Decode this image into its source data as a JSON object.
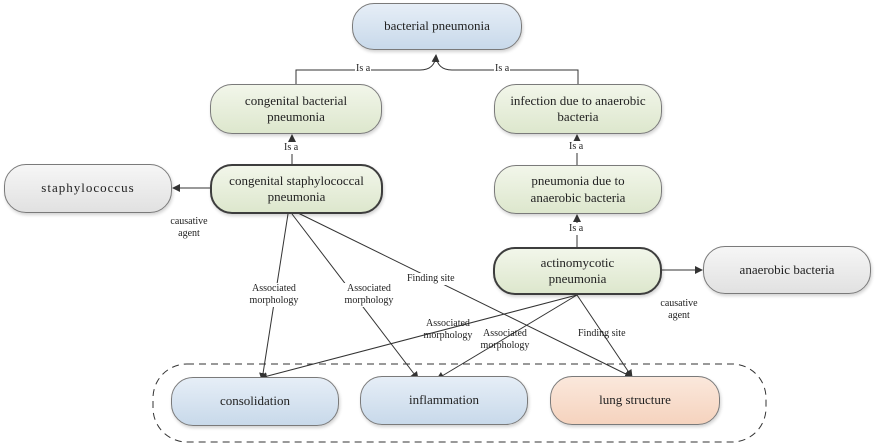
{
  "nodes": {
    "bacterial_pneumonia": "bacterial pneumonia",
    "congenital_bacterial_pneumonia": "congenital bacterial pneumonia",
    "infection_anaerobic": "infection due to anaerobic bacteria",
    "staphylococcus": "staphylococcus",
    "congenital_staph_pneumonia": "congenital staphylococcal pneumonia",
    "pneumonia_anaerobic": "pneumonia due to anaerobic bacteria",
    "actinomycotic_pneumonia": "actinomycotic pneumonia",
    "anaerobic_bacteria": "anaerobic bacteria",
    "consolidation": "consolidation",
    "inflammation": "inflammation",
    "lung_structure": "lung structure"
  },
  "edge_labels": {
    "is_a": "Is a",
    "causative_agent": "causative agent",
    "associated_morphology": "Associated morphology",
    "finding_site": "Finding site"
  },
  "colors": {
    "blue_node": "#c8d9ea",
    "green_node": "#dde7cd",
    "gray_node": "#e1e1e1",
    "peach_node": "#f5d3be",
    "edge": "#333333"
  }
}
